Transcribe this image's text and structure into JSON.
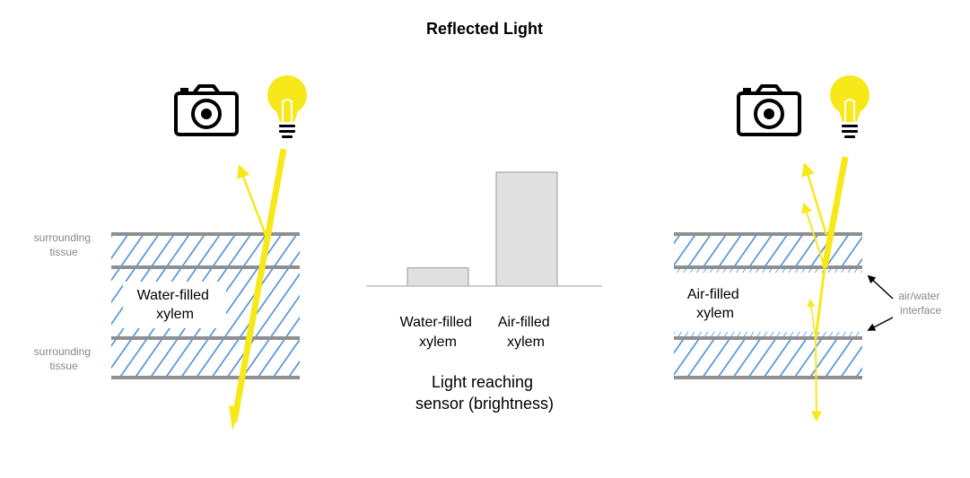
{
  "title": "Reflected Light",
  "left_panel": {
    "tissue_top_label": [
      "surrounding",
      "tissue"
    ],
    "tissue_bottom_label": [
      "surrounding",
      "tissue"
    ],
    "xylem_label": [
      "Water-filled",
      "xylem"
    ],
    "icons": [
      "camera-icon",
      "light-bulb-icon"
    ]
  },
  "right_panel": {
    "xylem_label": [
      "Air-filled",
      "xylem"
    ],
    "interface_label": [
      "air/water",
      "interface"
    ],
    "icons": [
      "camera-icon",
      "light-bulb-icon"
    ]
  },
  "chart_data": {
    "type": "bar",
    "categories": [
      "Water-filled xylem",
      "Air-filled xylem"
    ],
    "category_lines": [
      [
        "Water-filled",
        "xylem"
      ],
      [
        "Air-filled",
        "xylem"
      ]
    ],
    "values": [
      0.16,
      1.0
    ],
    "caption": [
      "Light reaching",
      "sensor (brightness)"
    ],
    "ylim": [
      0,
      1
    ],
    "grid": false,
    "bar_color": "#e0e0e0"
  },
  "colors": {
    "light": "#f7e81a",
    "hatch": "#4a90d9",
    "wall": "#8f8f8f",
    "bar": "#e0e0e0",
    "text": "#000000",
    "muted": "#888888"
  }
}
